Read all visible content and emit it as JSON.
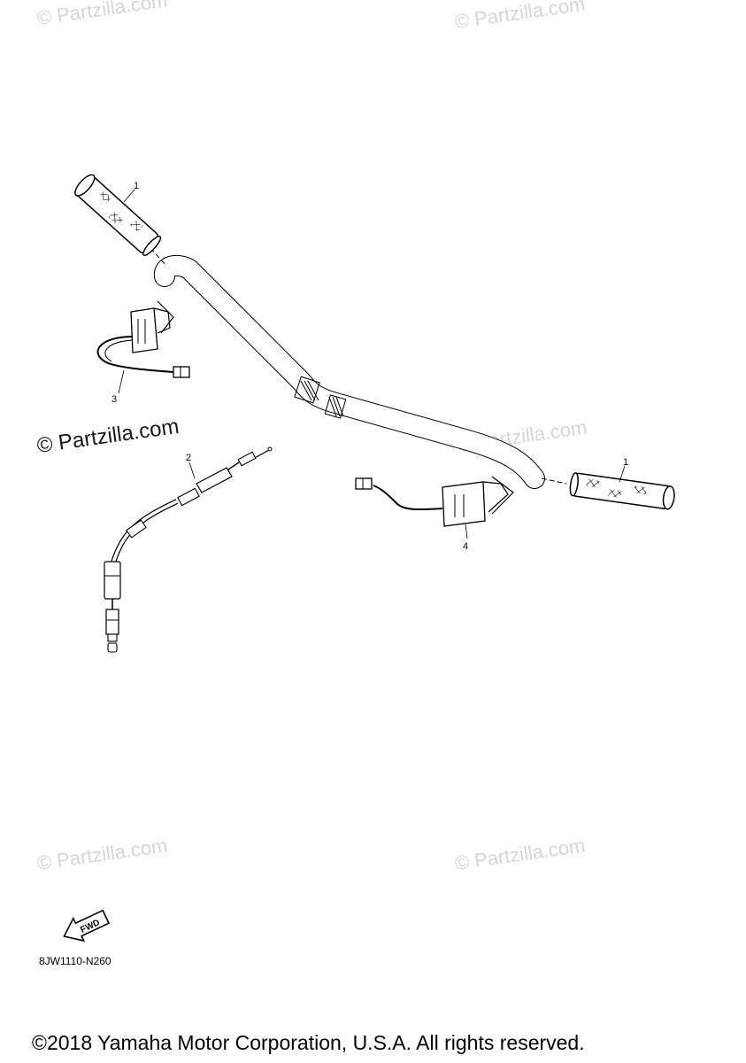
{
  "watermarks": {
    "light": [
      "© Partzilla.com",
      "© Partzilla.com",
      "© Partzilla.com",
      "© Partzilla.com",
      "© Partzilla.com"
    ],
    "dark": "© Partzilla.com"
  },
  "callouts": {
    "grip_left": "1",
    "grip_right": "1",
    "cable": "2",
    "heater_left": "3",
    "heater_right": "4"
  },
  "fwd_label": "FWD",
  "diagram_code": "8JW1110-N260",
  "copyright": "©2018 Yamaha Motor Corporation, U.S.A. All rights reserved."
}
